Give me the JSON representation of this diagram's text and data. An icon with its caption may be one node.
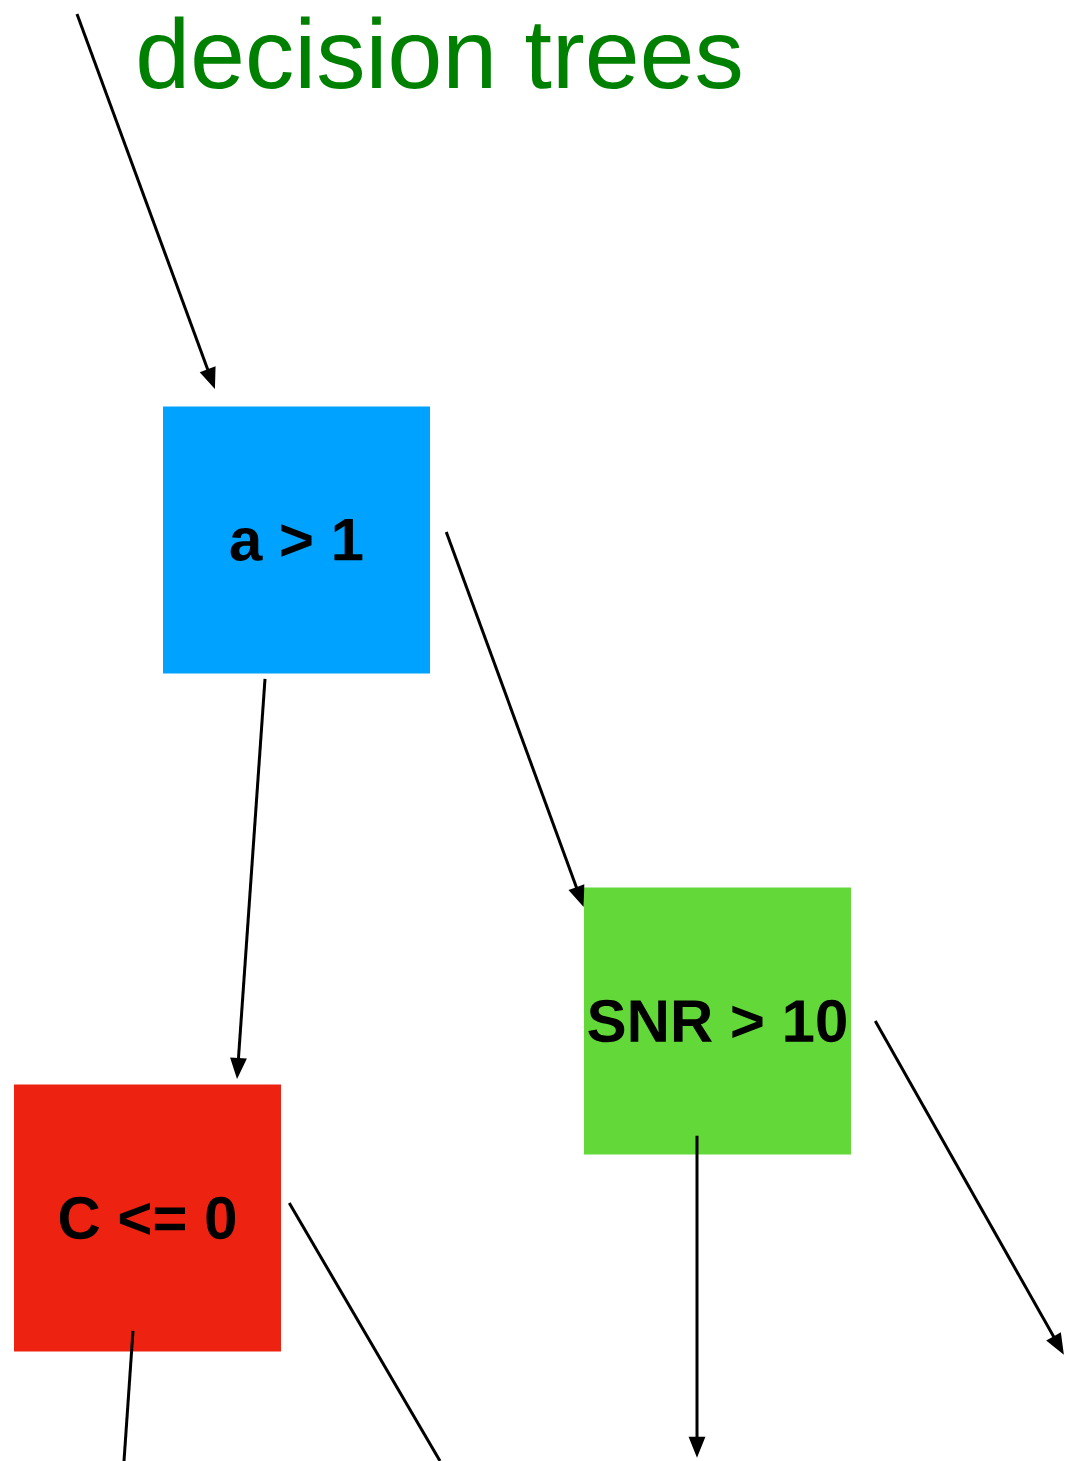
{
  "diagram": {
    "title": "decision trees",
    "nodes": [
      {
        "text": [
          "a > 1"
        ]
      },
      {
        "text": [
          "SNR > 10"
        ]
      },
      {
        "text": [
          "C  <= 0"
        ]
      }
    ],
    "edges": [
      {
        "from": null,
        "to": 0,
        "arrow": "to"
      },
      {
        "from": 0,
        "to": 2,
        "arrow": "to"
      },
      {
        "from": 0,
        "to": 1,
        "arrow": "to"
      },
      {
        "from": 1,
        "to": null,
        "arrow": "to"
      },
      {
        "from": 1,
        "to": null,
        "arrow": "to"
      },
      {
        "from": 2,
        "to": null,
        "arrow": "none"
      },
      {
        "from": 2,
        "to": null,
        "arrow": "none"
      }
    ]
  }
}
